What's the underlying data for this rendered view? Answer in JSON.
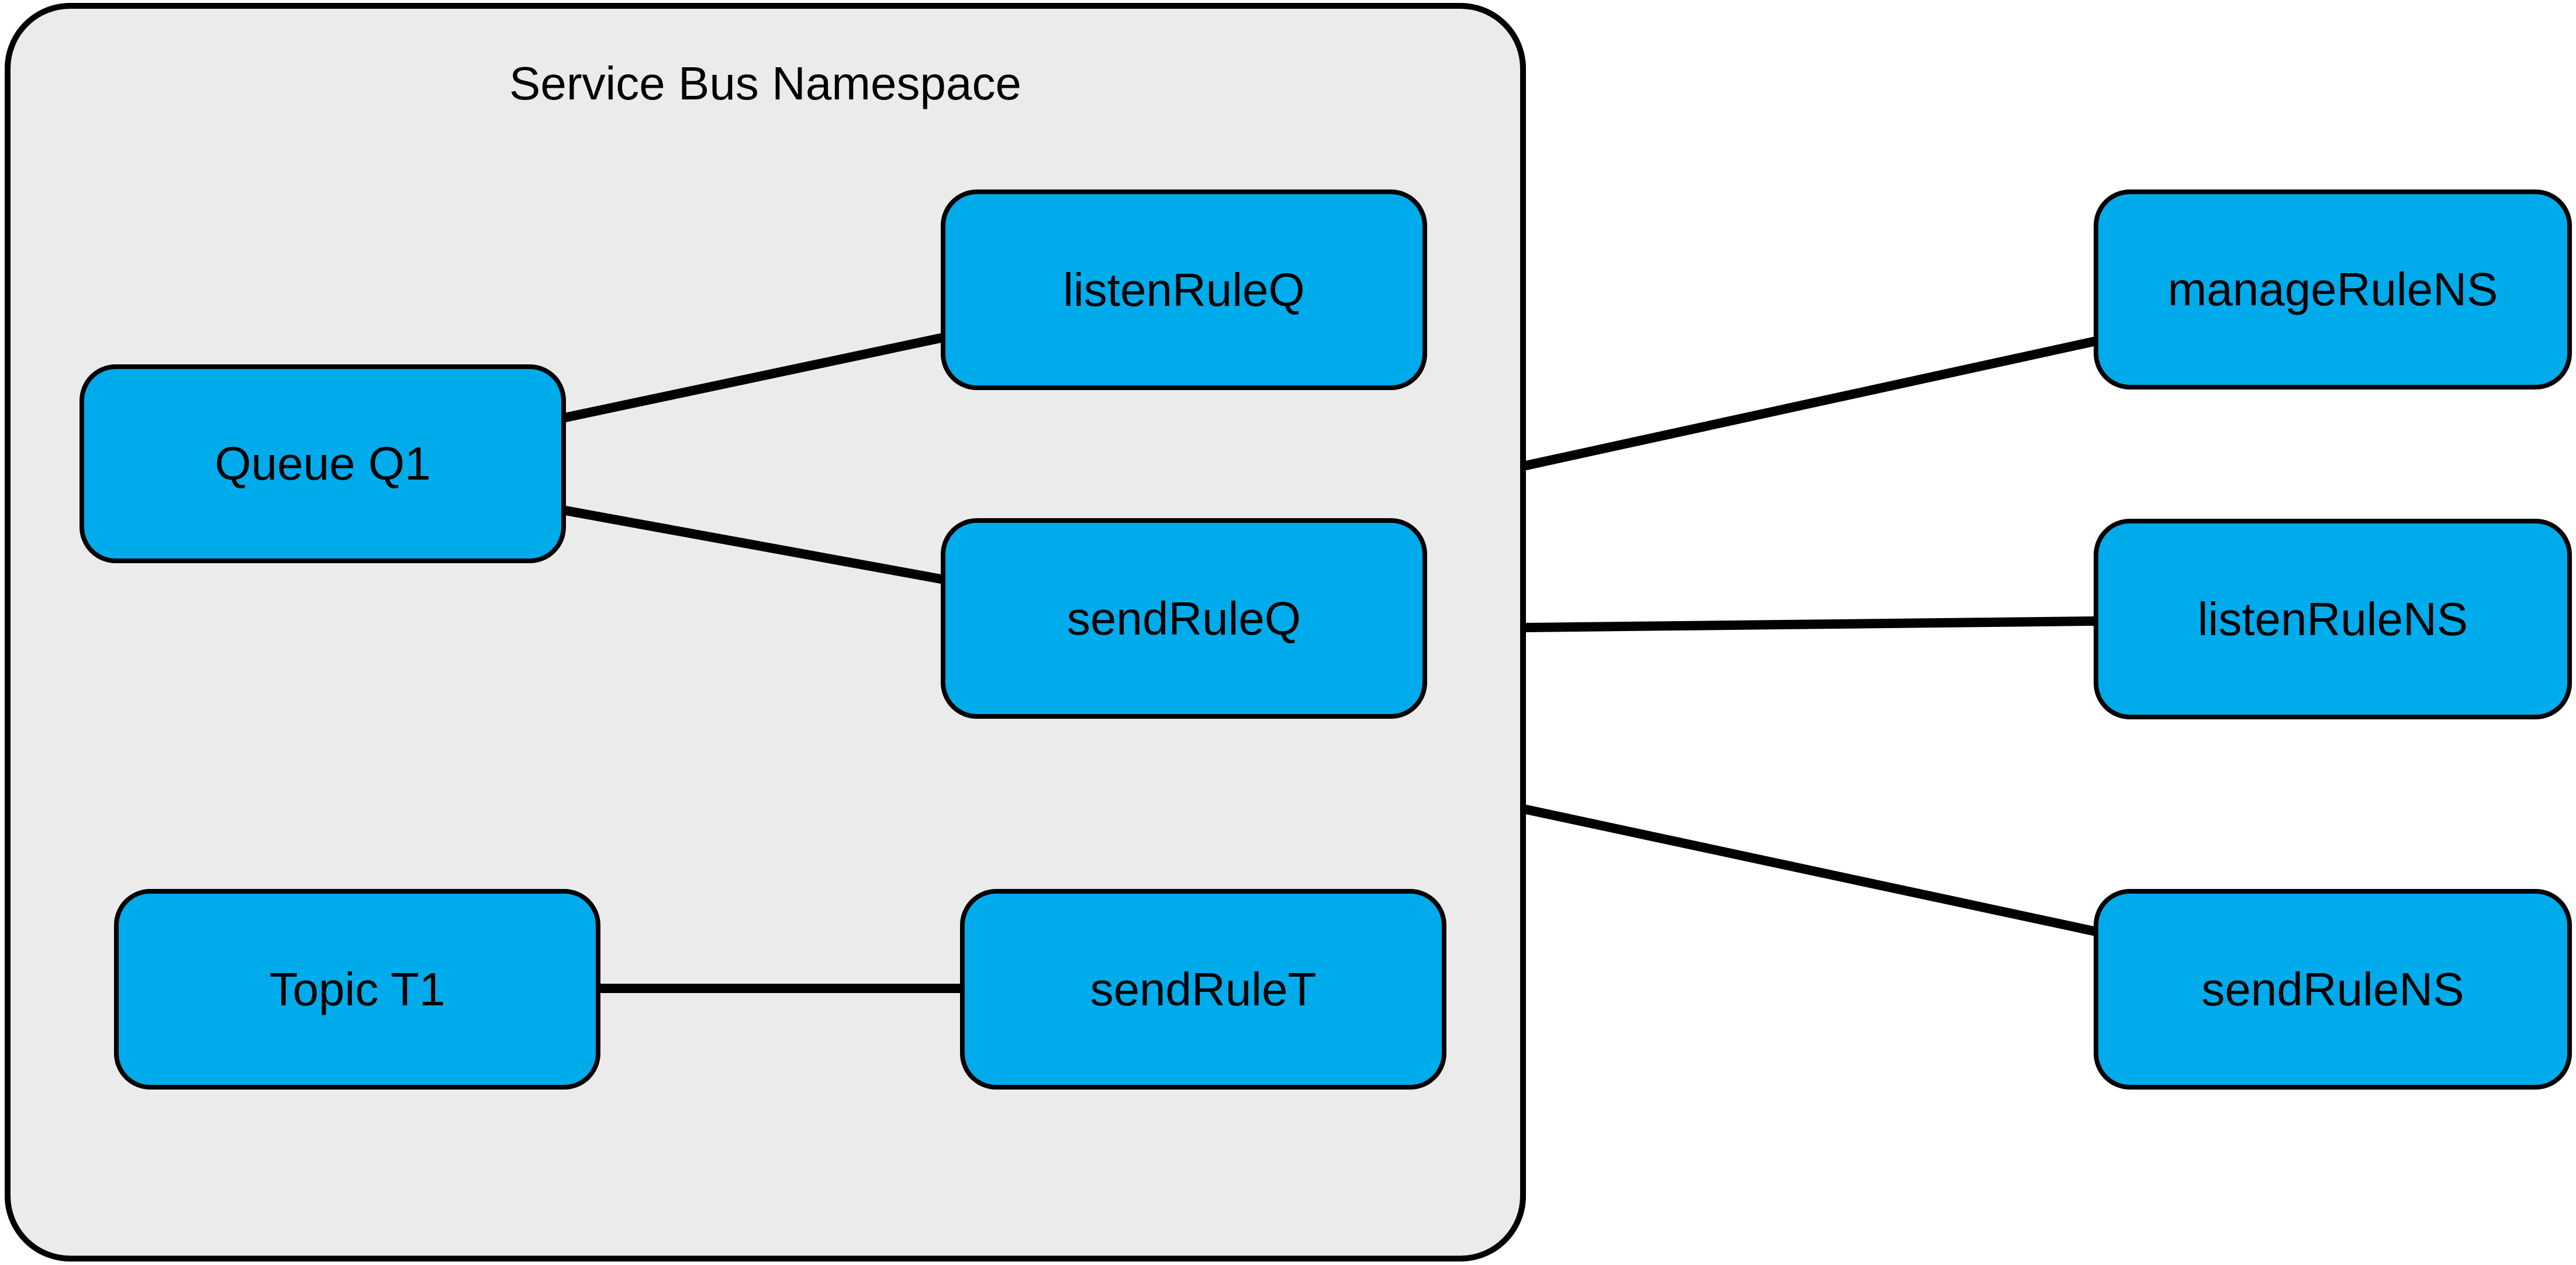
{
  "diagram": {
    "namespace_group": {
      "title": "Service Bus Namespace"
    },
    "nodes": {
      "queueQ1": {
        "label": "Queue Q1"
      },
      "listenRuleQ": {
        "label": "listenRuleQ"
      },
      "sendRuleQ": {
        "label": "sendRuleQ"
      },
      "topicT1": {
        "label": "Topic T1"
      },
      "sendRuleT": {
        "label": "sendRuleT"
      },
      "manageRuleNS": {
        "label": "manageRuleNS"
      },
      "listenRuleNS": {
        "label": "listenRuleNS"
      },
      "sendRuleNS": {
        "label": "sendRuleNS"
      }
    },
    "edges": [
      {
        "from": "Queue Q1",
        "to": "listenRuleQ"
      },
      {
        "from": "Queue Q1",
        "to": "sendRuleQ"
      },
      {
        "from": "Topic T1",
        "to": "sendRuleT"
      },
      {
        "from": "Service Bus Namespace",
        "to": "manageRuleNS"
      },
      {
        "from": "Service Bus Namespace",
        "to": "listenRuleNS"
      },
      {
        "from": "Service Bus Namespace",
        "to": "sendRuleNS"
      }
    ],
    "colors": {
      "node_fill": "#00abeb",
      "namespace_fill": "#ebebeb",
      "line": "#000000",
      "text": "#000000",
      "background": "#ffffff"
    }
  }
}
